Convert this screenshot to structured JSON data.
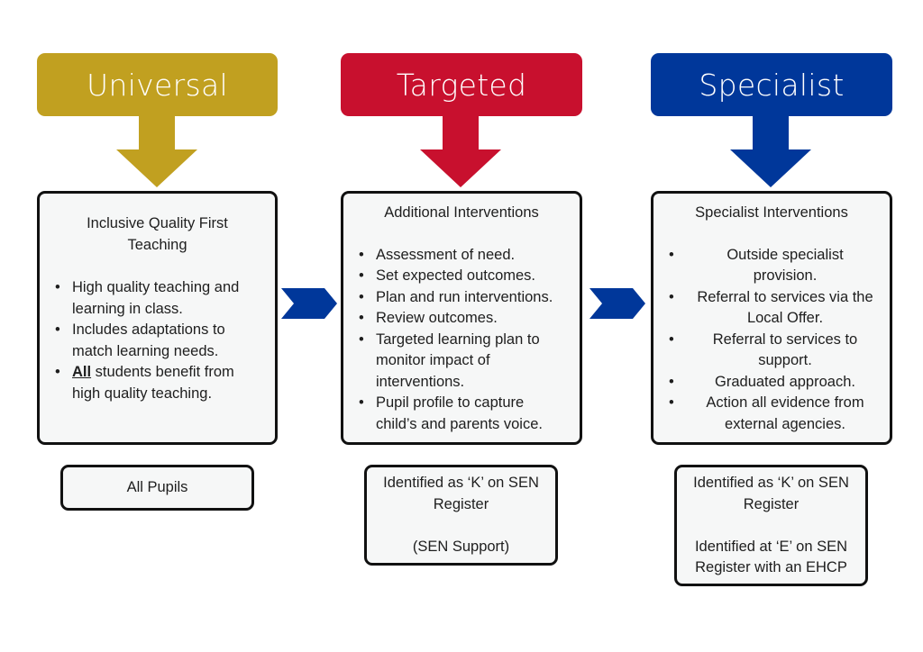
{
  "colors": {
    "universal": "#c1a020",
    "targeted": "#c8102e",
    "specialist": "#00379a",
    "chevron": "#00379a"
  },
  "columns": [
    {
      "title": "Universal",
      "box_heading": [
        "Inclusive Quality First",
        "Teaching"
      ],
      "bullets": [
        {
          "bold": "",
          "lines": [
            "High quality teaching and",
            "learning in class."
          ]
        },
        {
          "bold": "",
          "lines": [
            "Includes adaptations to",
            "match learning needs."
          ]
        },
        {
          "bold": "All",
          "lines": [
            " students benefit from",
            "high quality teaching."
          ]
        }
      ],
      "footer": [
        "All Pupils"
      ]
    },
    {
      "title": "Targeted",
      "box_heading": [
        "Additional Interventions"
      ],
      "bullets": [
        {
          "lines": [
            "Assessment of need."
          ]
        },
        {
          "lines": [
            "Set expected outcomes."
          ]
        },
        {
          "lines": [
            "Plan and run interventions."
          ]
        },
        {
          "lines": [
            "Review outcomes."
          ]
        },
        {
          "lines": [
            "Targeted learning plan to",
            "monitor impact of",
            "interventions."
          ]
        },
        {
          "lines": [
            "Pupil profile to capture",
            "child’s and parents voice."
          ]
        }
      ],
      "footer": [
        "Identified as ‘K’ on SEN",
        "Register",
        "",
        "(SEN Support)"
      ]
    },
    {
      "title": "Specialist",
      "box_heading": [
        "Specialist Interventions"
      ],
      "bullets": [
        {
          "lines": [
            "Outside specialist",
            "provision."
          ]
        },
        {
          "lines": [
            "Referral to services via the",
            "Local Offer."
          ]
        },
        {
          "lines": [
            "Referral to services to",
            "support."
          ]
        },
        {
          "lines": [
            "Graduated approach."
          ]
        },
        {
          "lines": [
            "Action all evidence from",
            "external agencies."
          ]
        }
      ],
      "footer": [
        "Identified as ‘K’ on SEN",
        "Register",
        "",
        "Identified at ‘E’ on SEN",
        "Register with an EHCP"
      ]
    }
  ]
}
